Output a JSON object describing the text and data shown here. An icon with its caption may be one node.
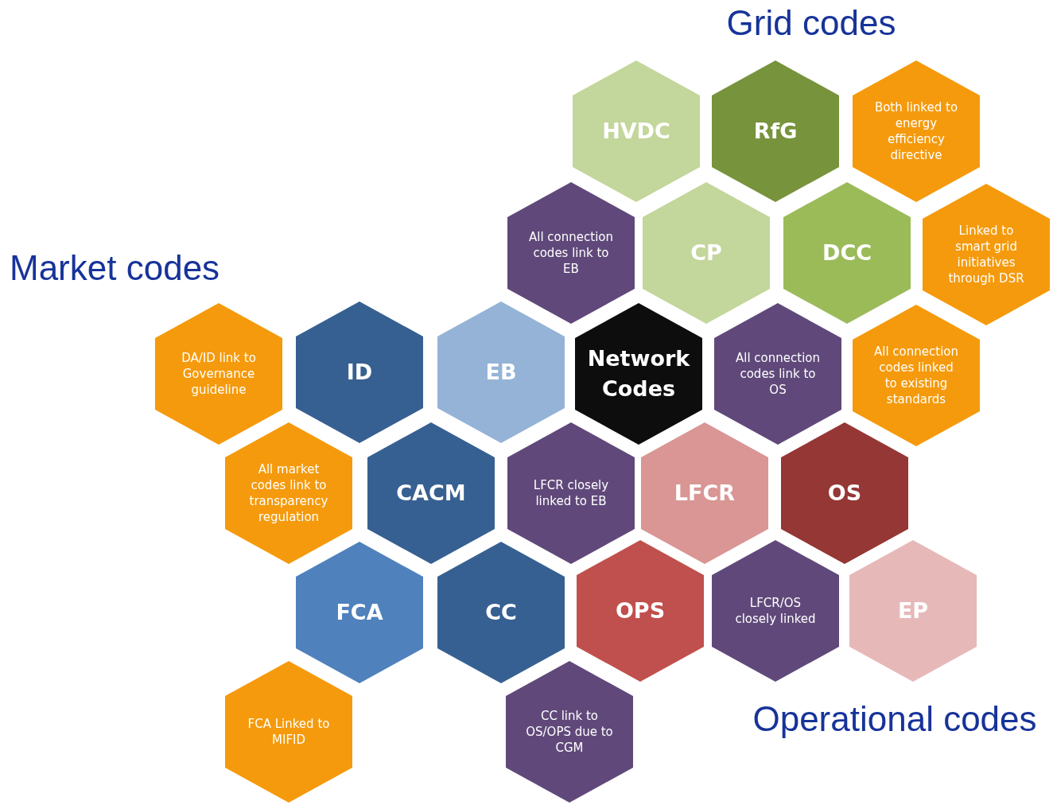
{
  "diagram": {
    "nodes": [
      {
        "text": [
          "HVDC"
        ]
      },
      {
        "text": [
          "RfG"
        ]
      },
      {
        "text": [
          "Both linked to energy efficiency directive"
        ]
      },
      {
        "text": [
          "All connection codes link to EB"
        ]
      },
      {
        "text": [
          "CP"
        ]
      },
      {
        "text": [
          "DCC"
        ]
      },
      {
        "text": [
          "Linked to smart grid initiatives through DSR"
        ]
      },
      {
        "text": [
          "DA/ID link to Governance guideline"
        ]
      },
      {
        "text": [
          "ID"
        ]
      },
      {
        "text": [
          "EB"
        ]
      },
      {
        "text": [
          "Network Codes"
        ]
      },
      {
        "text": [
          "All connection codes link to OS"
        ]
      },
      {
        "text": [
          "All connection codes linked to existing standards"
        ]
      },
      {
        "text": [
          "All market codes link to transparency regulation"
        ]
      },
      {
        "text": [
          "CACM"
        ]
      },
      {
        "text": [
          "LFCR closely linked to EB"
        ]
      },
      {
        "text": [
          "LFCR"
        ]
      },
      {
        "text": [
          "OS"
        ]
      },
      {
        "text": [
          "FCA"
        ]
      },
      {
        "text": [
          "CC"
        ]
      },
      {
        "text": [
          "OPS"
        ]
      },
      {
        "text": [
          "LFCR/OS closely linked"
        ]
      },
      {
        "text": [
          "EP"
        ]
      },
      {
        "text": [
          "FCA Linked to MIFID"
        ]
      },
      {
        "text": [
          "CC link to OS/OPS due to CGM"
        ]
      }
    ],
    "labels": [
      "Grid codes",
      "Market codes",
      "Operational codes"
    ]
  }
}
